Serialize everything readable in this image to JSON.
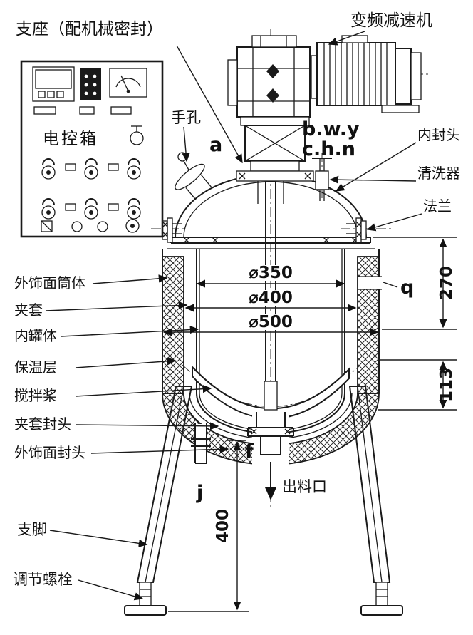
{
  "drawing": {
    "labels": {
      "support_mech_seal": "支座（配机械密封）",
      "vfd_gear_reducer": "变频减速机",
      "electric_control_box": "电控箱",
      "hand_hole": "手孔",
      "inner_head": "内封头",
      "cleaner": "清洗器",
      "flange": "法兰",
      "outer_facing_cylinder": "外饰面筒体",
      "jacket": "夹套",
      "inner_tank": "内罐体",
      "insulation_layer": "保温层",
      "agitator_paddle": "搅拌桨",
      "jacket_head": "夹套封头",
      "outer_facing_head": "外饰面封头",
      "support_leg": "支脚",
      "adjusting_bolt": "调节螺栓",
      "discharge_outlet": "出料口"
    },
    "marks": {
      "a": "a",
      "bwy": "b.w.y",
      "chn": "c.h.n",
      "q": "q",
      "f": "f",
      "j": "j"
    },
    "dimensions": {
      "inner_tank_diameter": "⌀350",
      "jacket_diameter": "⌀400",
      "outer_shell_diameter": "⌀500",
      "top_section_height": "270",
      "paddle_section_height": "113",
      "leg_section_height": "400"
    },
    "colors": {
      "line": "#1a1a1a",
      "background": "#ffffff"
    }
  }
}
